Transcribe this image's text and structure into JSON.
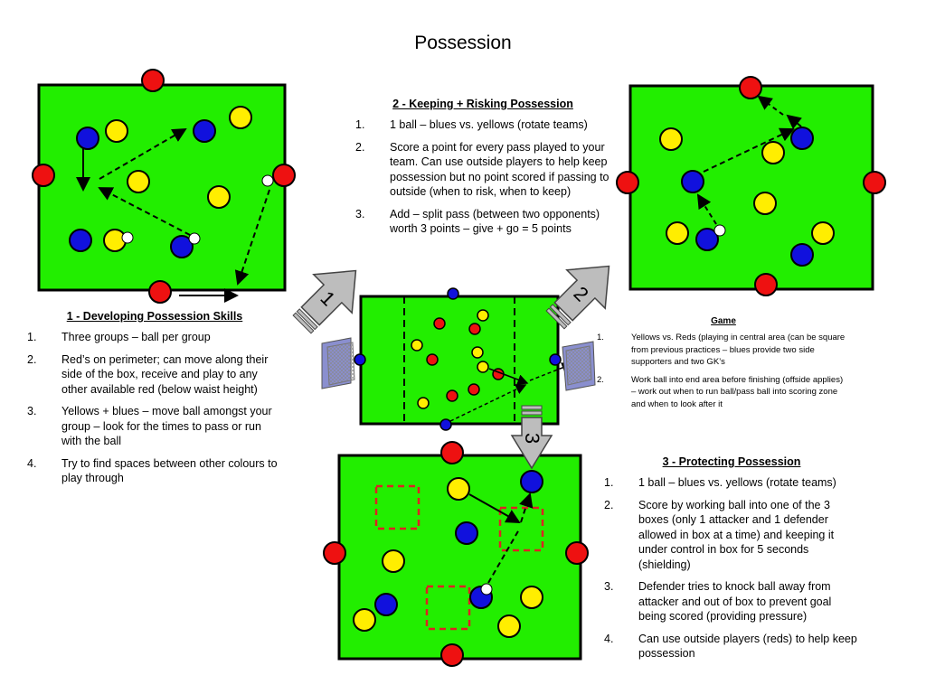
{
  "title": "Possession",
  "colors": {
    "pitch": "#22ee00",
    "red_player": "#ee1111",
    "blue_player": "#1111dd",
    "yellow_player": "#ffee00",
    "arrow_fill": "#bdbdbd",
    "box_outline": "#dd2222"
  },
  "block1": {
    "heading": "1 - Developing Possession Skills",
    "items": [
      {
        "num": "1.",
        "text": "Three groups – ball per group"
      },
      {
        "num": "2.",
        "text": "Red’s on perimeter; can move along their side of the box, receive and play to any other available red (below waist height)"
      },
      {
        "num": "3.",
        "text": "Yellows + blues – move ball amongst your group – look for the times to pass or run with the ball"
      },
      {
        "num": "4.",
        "text": "Try to find spaces between other colours to play through"
      }
    ]
  },
  "block2": {
    "heading": "2 - Keeping + Risking Possession",
    "items": [
      {
        "num": "1.",
        "text": "1 ball – blues vs. yellows (rotate teams)"
      },
      {
        "num": "2.",
        "text": "Score a point for every pass played to your team. Can use outside players to help keep possession but no point scored if passing to outside (when to risk, when to keep)"
      },
      {
        "num": "3.",
        "text": "Add – split pass (between two opponents) worth 3 points – give + go = 5 points"
      }
    ]
  },
  "block3": {
    "heading": "3 - Protecting Possession",
    "items": [
      {
        "num": "1.",
        "text": "1 ball – blues vs. yellows (rotate teams)"
      },
      {
        "num": "2.",
        "text": "Score by working ball into one of the 3 boxes (only 1 attacker and 1 defender allowed in box at a time) and keeping it under control in box for 5 seconds (shielding)"
      },
      {
        "num": "3.",
        "text": "Defender tries to knock ball away from attacker and out of box to prevent goal being scored (providing pressure)"
      },
      {
        "num": "4.",
        "text": "Can use outside players (reds) to help keep possession"
      }
    ]
  },
  "game": {
    "heading": "Game",
    "items": [
      {
        "num": "1.",
        "text": "Yellows vs. Reds (playing in central area (can be square from previous practices – blues provide two side supporters and two GK’s"
      },
      {
        "num": "2.",
        "text": "Work ball into end area before finishing (offside applies) – work out when to run ball/pass ball into scoring zone and when to look after it"
      }
    ]
  },
  "arrows": {
    "arrow1_label": "1",
    "arrow2_label": "2",
    "arrow3_label": "3"
  }
}
